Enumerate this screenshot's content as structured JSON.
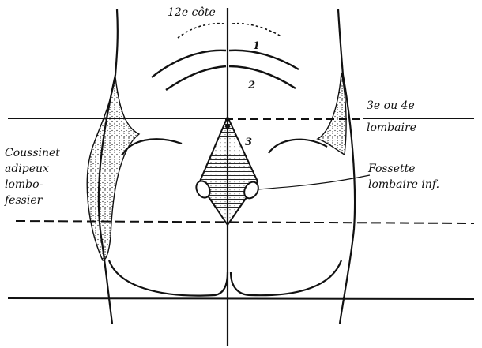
{
  "labels": {
    "rib12": "12e côte",
    "lumbar_line_1": "3e ou 4e",
    "lumbar_line_2": "lombaire",
    "cushion_1": "Coussinet",
    "cushion_2": "adipeux",
    "cushion_3": "lombo-",
    "cushion_4": "fessier",
    "fossette_1": "Fossette",
    "fossette_2": "lombaire inf."
  },
  "numbers": {
    "n1": "1",
    "n2": "2",
    "n3": "3"
  },
  "colors": {
    "ink": "#111111",
    "paper": "#ffffff"
  }
}
